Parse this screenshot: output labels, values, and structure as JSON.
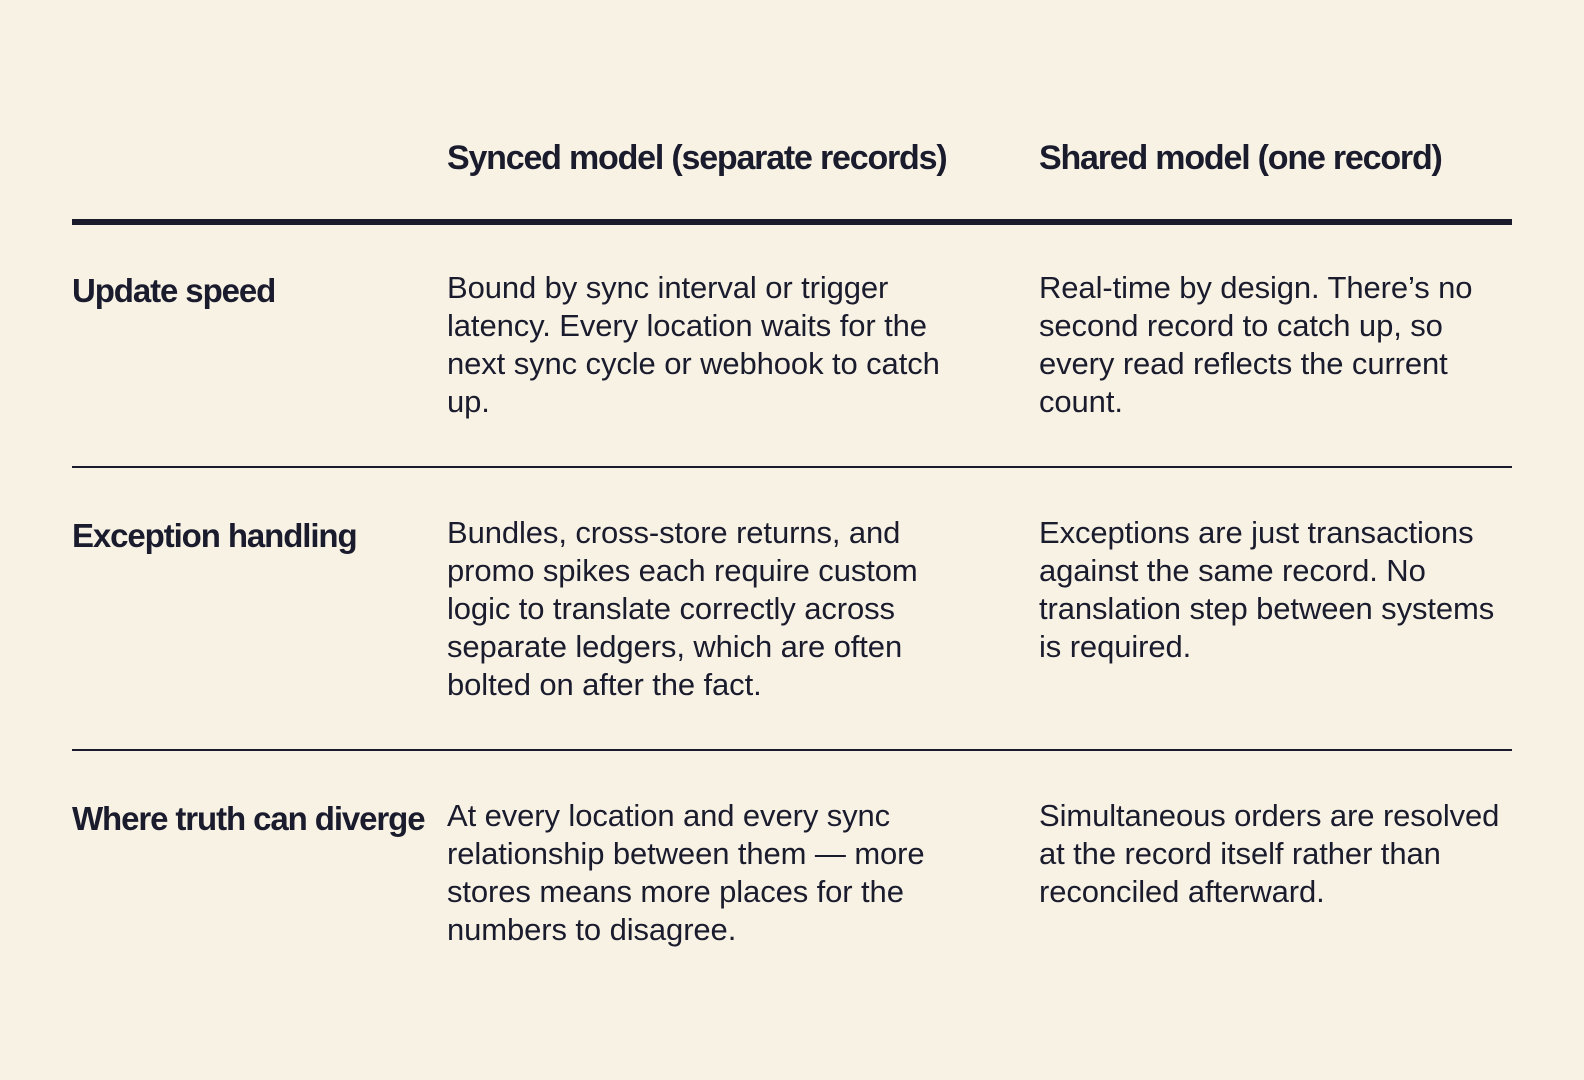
{
  "table": {
    "headers": {
      "label": "",
      "synced": "Synced model (separate records)",
      "shared": "Shared model (one record)"
    },
    "rows": [
      {
        "label": "Update speed",
        "synced": "Bound by sync interval or trigger latency. Every location waits for the next sync cycle or webhook to catch up.",
        "shared": "Real-time by design. There’s no second record to catch up, so every read reflects the current count."
      },
      {
        "label": "Exception handling",
        "synced": "Bundles, cross-store returns, and promo spikes each require custom logic to translate correctly across separate ledgers, which are often bolted on after the fact.",
        "shared": "Exceptions are just transactions against the same record. No translation step between systems is required."
      },
      {
        "label": "Where truth can diverge",
        "synced": "At every location and every sync relationship between them — more stores means more places for the numbers to disagree.",
        "shared": "Simultaneous orders are resolved at the record itself rather than reconciled afterward."
      }
    ]
  }
}
